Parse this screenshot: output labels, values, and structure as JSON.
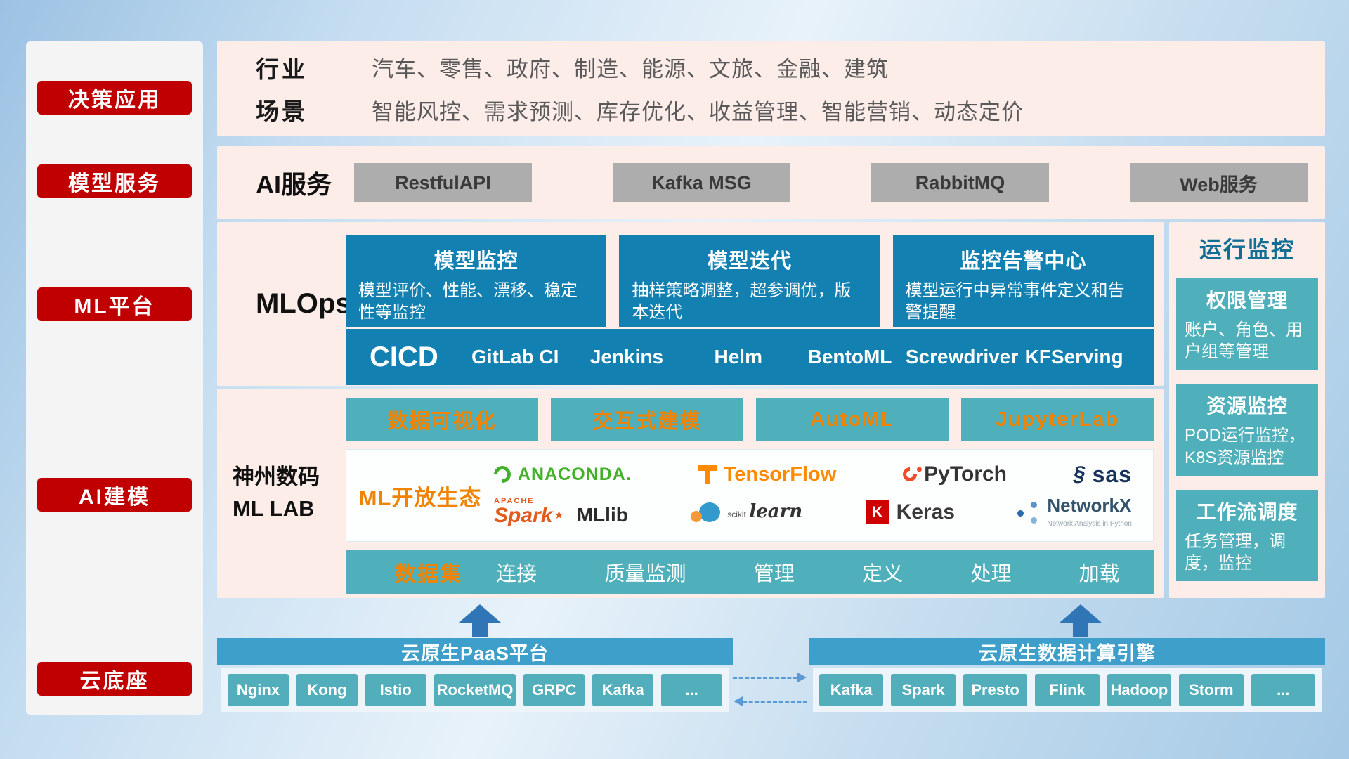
{
  "colors": {
    "badge_red": "#c00000",
    "panel_pink": "#fcede9",
    "mlops_blue": "#1380b2",
    "teal": "#4fafba",
    "accent_orange": "#f08300",
    "bottom_bar_blue": "#3e9fcb",
    "arrow_blue": "#3076b6",
    "gray_button": "#adadad"
  },
  "sidebar": {
    "items": [
      "决策应用",
      "模型服务",
      "ML平台",
      "AI建模",
      "云底座"
    ]
  },
  "industry": {
    "rows": [
      {
        "label": "行业",
        "text": "汽车、零售、政府、制造、能源、文旅、金融、建筑"
      },
      {
        "label": "场景",
        "text": "智能风控、需求预测、库存优化、收益管理、智能营销、动态定价"
      }
    ]
  },
  "ai_services": {
    "label": "AI服务",
    "buttons": [
      "RestfulAPI",
      "Kafka MSG",
      "RabbitMQ",
      "Web服务"
    ]
  },
  "mlops": {
    "label": "MLOps",
    "cards": [
      {
        "title": "模型监控",
        "desc": "模型评价、性能、漂移、稳定性等监控"
      },
      {
        "title": "模型迭代",
        "desc": "抽样策略调整，超参调优，版本迭代"
      },
      {
        "title": "监控告警中心",
        "desc": "模型运行中异常事件定义和告警提醒"
      }
    ],
    "cicd_label": "CICD",
    "cicd_items": [
      "GitLab CI",
      "Jenkins",
      "Helm",
      "BentoML",
      "Screwdriver",
      "KFServing"
    ]
  },
  "monitor": {
    "title": "运行监控",
    "cards": [
      {
        "title": "权限管理",
        "desc": "账户、角色、用户组等管理"
      },
      {
        "title": "资源监控",
        "desc": "POD运行监控，K8S资源监控"
      },
      {
        "title": "工作流调度",
        "desc": "任务管理，调度，监控"
      }
    ]
  },
  "mllab": {
    "label_line1": "神州数码",
    "label_line2": "ML LAB",
    "tools": [
      "数据可视化",
      "交互式建模",
      "AutoML",
      "JupyterLab"
    ],
    "ecosystem_label": "ML开放生态",
    "logos": {
      "anaconda": "ANACONDA.",
      "tensorflow": "TensorFlow",
      "pytorch": "PyTorch",
      "sas": "sas",
      "spark_apache": "APACHE",
      "spark": "Spark",
      "spark_mllib": "MLlib",
      "sklearn_top": "scikit",
      "sklearn": "learn",
      "keras_k": "K",
      "keras": "Keras",
      "networkx": "NetworkX",
      "networkx_sub": "Network Analysis in Python"
    },
    "dataset_label": "数据集",
    "dataset_items": [
      "连接",
      "质量监测",
      "管理",
      "定义",
      "处理",
      "加载"
    ]
  },
  "foundation": {
    "paas": {
      "title": "云原生PaaS平台",
      "items": [
        "Nginx",
        "Kong",
        "Istio",
        "RocketMQ",
        "GRPC",
        "Kafka",
        "..."
      ]
    },
    "engine": {
      "title": "云原生数据计算引擎",
      "items": [
        "Kafka",
        "Spark",
        "Presto",
        "Flink",
        "Hadoop",
        "Storm",
        "..."
      ]
    }
  }
}
